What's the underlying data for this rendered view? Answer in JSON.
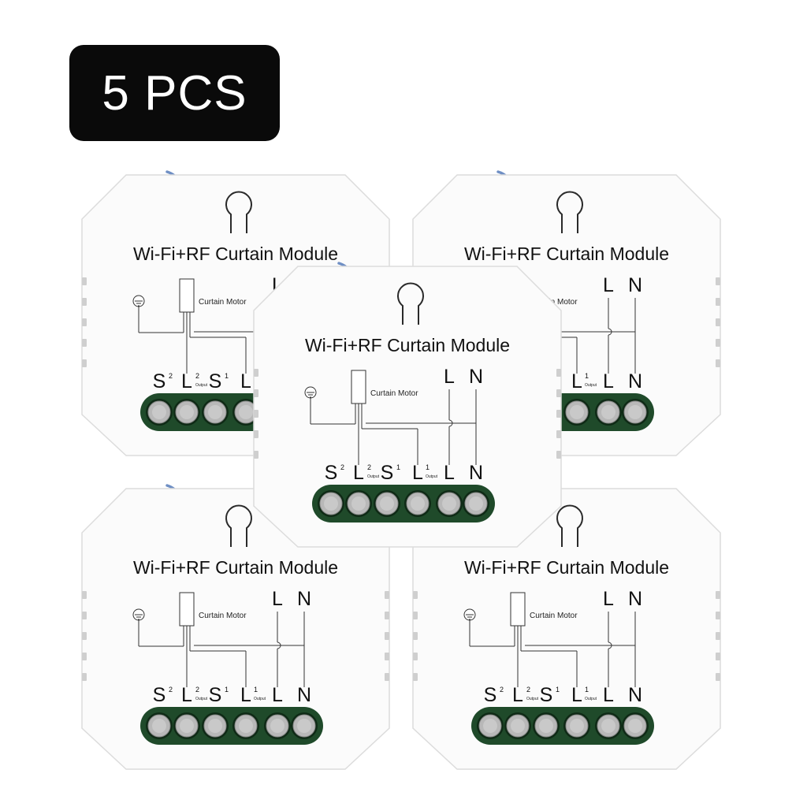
{
  "badge": {
    "text": "5 PCS"
  },
  "product": {
    "title": "Wi-Fi+RF Curtain Module",
    "motor_label": "Curtain Motor",
    "top_terminals": [
      "L",
      "N"
    ],
    "terminals": [
      {
        "main": "S",
        "sup": "2",
        "sub": ""
      },
      {
        "main": "L",
        "sup": "2",
        "sub": "Output"
      },
      {
        "main": "S",
        "sup": "1",
        "sub": ""
      },
      {
        "main": "L",
        "sup": "1",
        "sub": "Output"
      },
      {
        "main": "L",
        "sup": "",
        "sub": ""
      },
      {
        "main": "N",
        "sup": "",
        "sub": ""
      }
    ]
  },
  "colors": {
    "housing": "#fbfbfb",
    "housing_edge": "#dcdcdc",
    "terminal_block": "#1f4a2a",
    "screw": "#b8b8b8",
    "antenna_wire": "#6f8fc4",
    "badge_bg": "#0a0a0a"
  }
}
